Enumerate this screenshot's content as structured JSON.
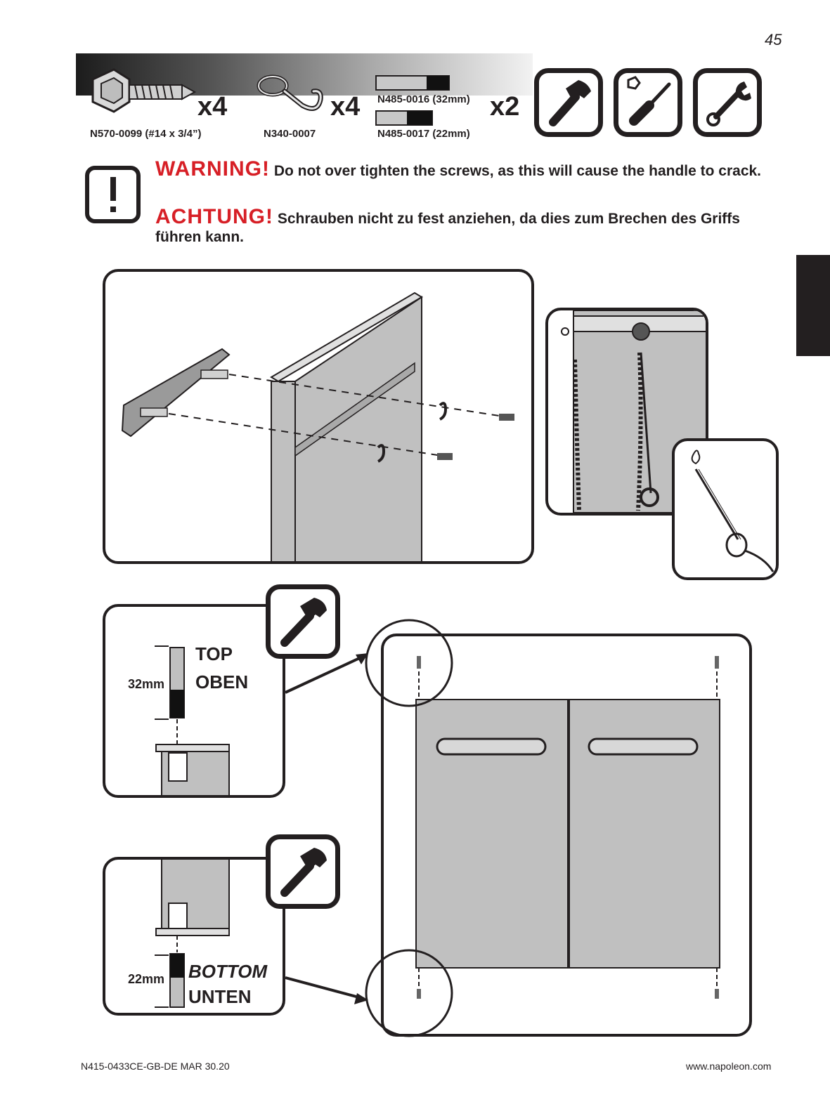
{
  "page_number": "45",
  "parts": [
    {
      "name": "hex-screw",
      "qty": "x4",
      "part_no": "N570-0099 (#14 x 3/4”)"
    },
    {
      "name": "screw-eye-hook",
      "qty": "x4",
      "part_no": "N340-0007"
    },
    {
      "name": "hinge-pin",
      "qty": "x2",
      "part_no_top": "N485-0016 (32mm)",
      "part_no_bottom": "N485-0017 (22mm)"
    }
  ],
  "tools": [
    "hammer-icon",
    "screwdriver-icon",
    "wrench-icon"
  ],
  "warning": {
    "en_head": "WARNING!",
    "en_text": "Do not over tighten the screws, as this will cause the handle to crack.",
    "de_head": "ACHTUNG!",
    "de_text": "Schrauben nicht zu fest anziehen, da dies zum Brechen des Griffs führen kann."
  },
  "top_pin": {
    "length": "32mm",
    "label_en": "TOP",
    "label_de": "OBEN"
  },
  "bottom_pin": {
    "length": "22mm",
    "label_en": "BOTTOM",
    "label_de": "UNTEN"
  },
  "footer": {
    "doc_code": "N415-0433CE-GB-DE MAR 30.20",
    "website": "www.napoleon.com"
  },
  "colors": {
    "warning_red": "#d71f26",
    "ink": "#231f20",
    "steel": "#c0c0c0"
  }
}
